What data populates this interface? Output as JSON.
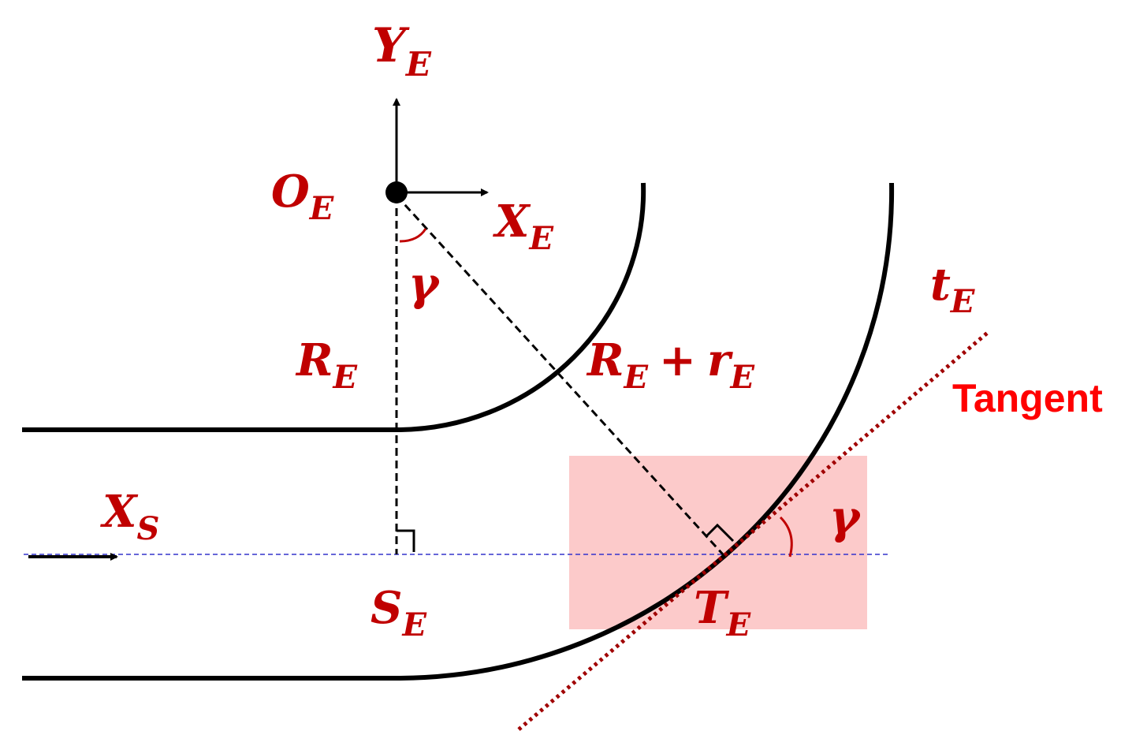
{
  "labels": {
    "y_axis": {
      "main": "Y",
      "sub": "E"
    },
    "x_axis": {
      "main": "X",
      "sub": "E"
    },
    "origin": {
      "main": "O",
      "sub": "E"
    },
    "angle_top": "γ",
    "radius_inner": {
      "main": "R",
      "sub": "E"
    },
    "radius_outer": {
      "main": "R",
      "sub1": "E",
      "plus": "+",
      "r": "r",
      "sub2": "E"
    },
    "t_label": {
      "main": "t",
      "sub": "E"
    },
    "tangent_word": "Tangent",
    "xs": {
      "main": "X",
      "sub": "S"
    },
    "se": {
      "main": "S",
      "sub": "E"
    },
    "te": {
      "main": "T",
      "sub": "E"
    },
    "angle_right": "γ"
  },
  "colors": {
    "label_red": "#c00000",
    "tangent_red": "#ff0000",
    "tangent_line": "#a00000",
    "highlight": "#fccaca",
    "axis_dash_blue": "#3333cc",
    "black": "#000000"
  }
}
